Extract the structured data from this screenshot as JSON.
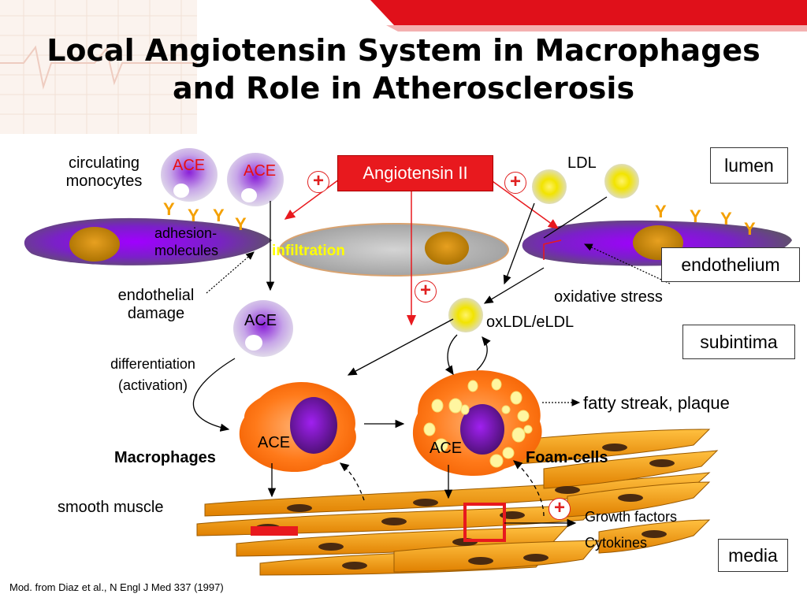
{
  "title_line1": "Local Angiotensin System in Macrophages",
  "title_line2": "and Role in Atherosclerosis",
  "angiotensin": "Angiotensin II",
  "plus": "+",
  "ace": "ACE",
  "y": "Y",
  "labels": {
    "circulating_line1": "circulating",
    "circulating_line2": "monocytes",
    "ldl": "LDL",
    "adhesion_line1": "adhesion-",
    "adhesion_line2": "molecules",
    "infiltration": "infiltration",
    "endothelial_line1": "endothelial",
    "endothelial_line2": "damage",
    "oxidative": "oxidative stress",
    "oxldl": "oxLDL/eLDL",
    "differentiation_line1": "differentiation",
    "differentiation_line2": "(activation)",
    "fatty": "fatty streak, plaque",
    "macrophages": "Macrophages",
    "foam": "Foam-cells",
    "smooth": "smooth muscle",
    "growth": "Growth factors",
    "cytokines": "Cytokines"
  },
  "layers": {
    "lumen": "lumen",
    "endothelium": "endothelium",
    "subintima": "subintima",
    "media": "media"
  },
  "footnote": "Mod. from Diaz et al.,  N Engl J Med 337 (1997)",
  "colors": {
    "red": "#e8191e",
    "purple": "#8a2be2",
    "orange": "#ff7a1a",
    "yellow": "#f4d000"
  }
}
